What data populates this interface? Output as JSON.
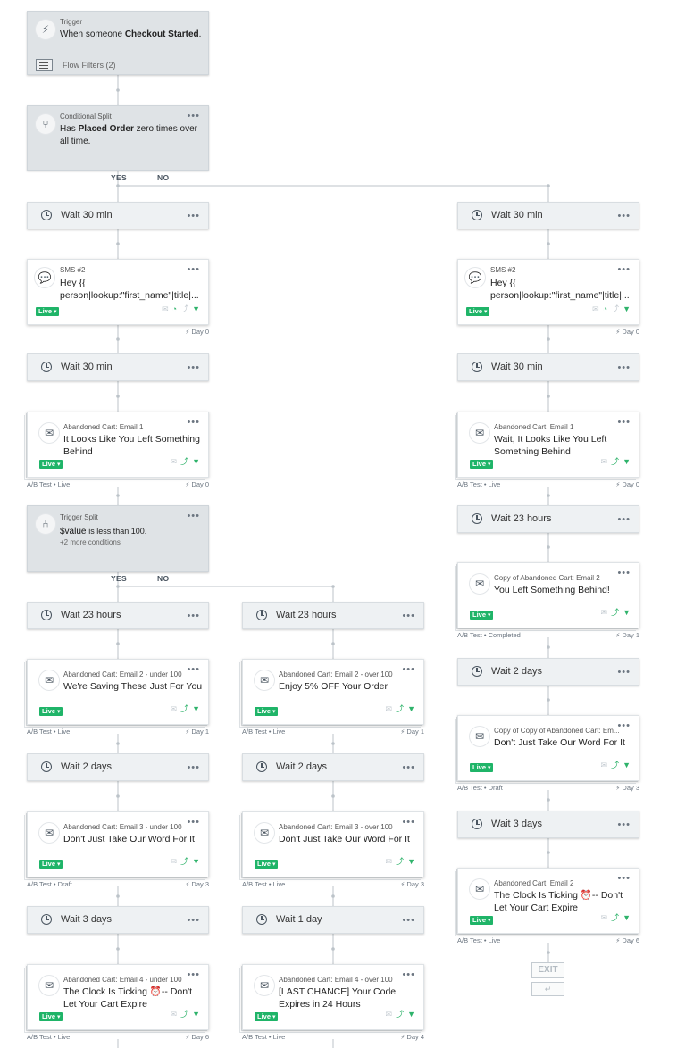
{
  "trigger": {
    "type": "Trigger",
    "prefix": "When someone",
    "event": "Checkout Started",
    "suffix": ".",
    "filters": "Flow Filters (2)"
  },
  "split1": {
    "type": "Conditional Split",
    "prefix": "Has",
    "metric": "Placed Order",
    "suffix": "zero times over all time.",
    "yes": "YES",
    "no": "NO"
  },
  "split2": {
    "type": "Trigger Split",
    "metric": "$value",
    "suffix": "is less than 100.",
    "more": "+2 more conditions",
    "yes": "YES",
    "no": "NO"
  },
  "common": {
    "menu": "•••",
    "live": "Live",
    "flash": "⚡"
  },
  "waits": {
    "l1": "Wait 30 min",
    "l2": "Wait 30 min",
    "l3": "Wait 23 hours",
    "l4": "Wait 2 days",
    "l5": "Wait 3 days",
    "m1": "Wait 23 hours",
    "m2": "Wait 2 days",
    "m3": "Wait 1 day",
    "r1": "Wait 30 min",
    "r2": "Wait 30 min",
    "r3": "Wait 23 hours",
    "r4": "Wait 2 days",
    "r5": "Wait 3 days"
  },
  "messages": {
    "l_sms": {
      "type": "SMS #2",
      "title": "Hey {{ person|lookup:\"first_name\"|title|...",
      "day": "Day 0",
      "meta": ""
    },
    "l_e1": {
      "type": "Abandoned Cart: Email 1",
      "title": "It Looks Like You Left Something Behind",
      "day": "Day 0",
      "meta": "A/B Test • Live"
    },
    "l_e2": {
      "type": "Abandoned Cart: Email 2 - under 100",
      "title": "We're Saving These Just For You",
      "day": "Day 1",
      "meta": "A/B Test • Live"
    },
    "l_e3": {
      "type": "Abandoned Cart: Email 3 - under 100",
      "title": "Don't Just Take Our Word For It",
      "day": "Day 3",
      "meta": "A/B Test • Draft"
    },
    "l_e4": {
      "type": "Abandoned Cart: Email 4 - under 100",
      "title": "The Clock Is Ticking ⏰-- Don't Let Your Cart Expire",
      "day": "Day 6",
      "meta": "A/B Test • Live"
    },
    "m_e2": {
      "type": "Abandoned Cart: Email 2 - over 100",
      "title": "Enjoy 5% OFF Your Order",
      "day": "Day 1",
      "meta": "A/B Test • Live"
    },
    "m_e3": {
      "type": "Abandoned Cart: Email 3 - over 100",
      "title": "Don't Just Take Our Word For It",
      "day": "Day 3",
      "meta": "A/B Test • Live"
    },
    "m_e4": {
      "type": "Abandoned Cart: Email 4 - over 100",
      "title": "[LAST CHANCE] Your Code Expires in 24 Hours",
      "day": "Day 4",
      "meta": "A/B Test • Live"
    },
    "r_sms": {
      "type": "SMS #2",
      "title": "Hey {{ person|lookup:\"first_name\"|title|...",
      "day": "Day 0",
      "meta": ""
    },
    "r_e1": {
      "type": "Abandoned Cart: Email 1",
      "title": "Wait, It Looks Like You Left Something Behind",
      "day": "Day 0",
      "meta": "A/B Test • Live"
    },
    "r_e2": {
      "type": "Copy of Abandoned Cart: Email 2",
      "title": "You Left Something Behind!",
      "day": "Day 1",
      "meta": "A/B Test • Completed"
    },
    "r_e3": {
      "type": "Copy of Copy of Abandoned Cart: Em...",
      "title": "Don't Just Take Our Word For It",
      "day": "Day 3",
      "meta": "A/B Test • Draft"
    },
    "r_e4": {
      "type": "Abandoned Cart: Email 2",
      "title": "The Clock Is Ticking ⏰-- Don't Let Your Cart Expire",
      "day": "Day 6",
      "meta": "A/B Test • Live"
    }
  },
  "exit": {
    "label": "EXIT",
    "sub": "↵"
  },
  "colors": {
    "live": "#1fb468",
    "node_gray": "#dfe3e6",
    "wait_bg": "#eef1f3",
    "connector": "#bcc3c9"
  }
}
